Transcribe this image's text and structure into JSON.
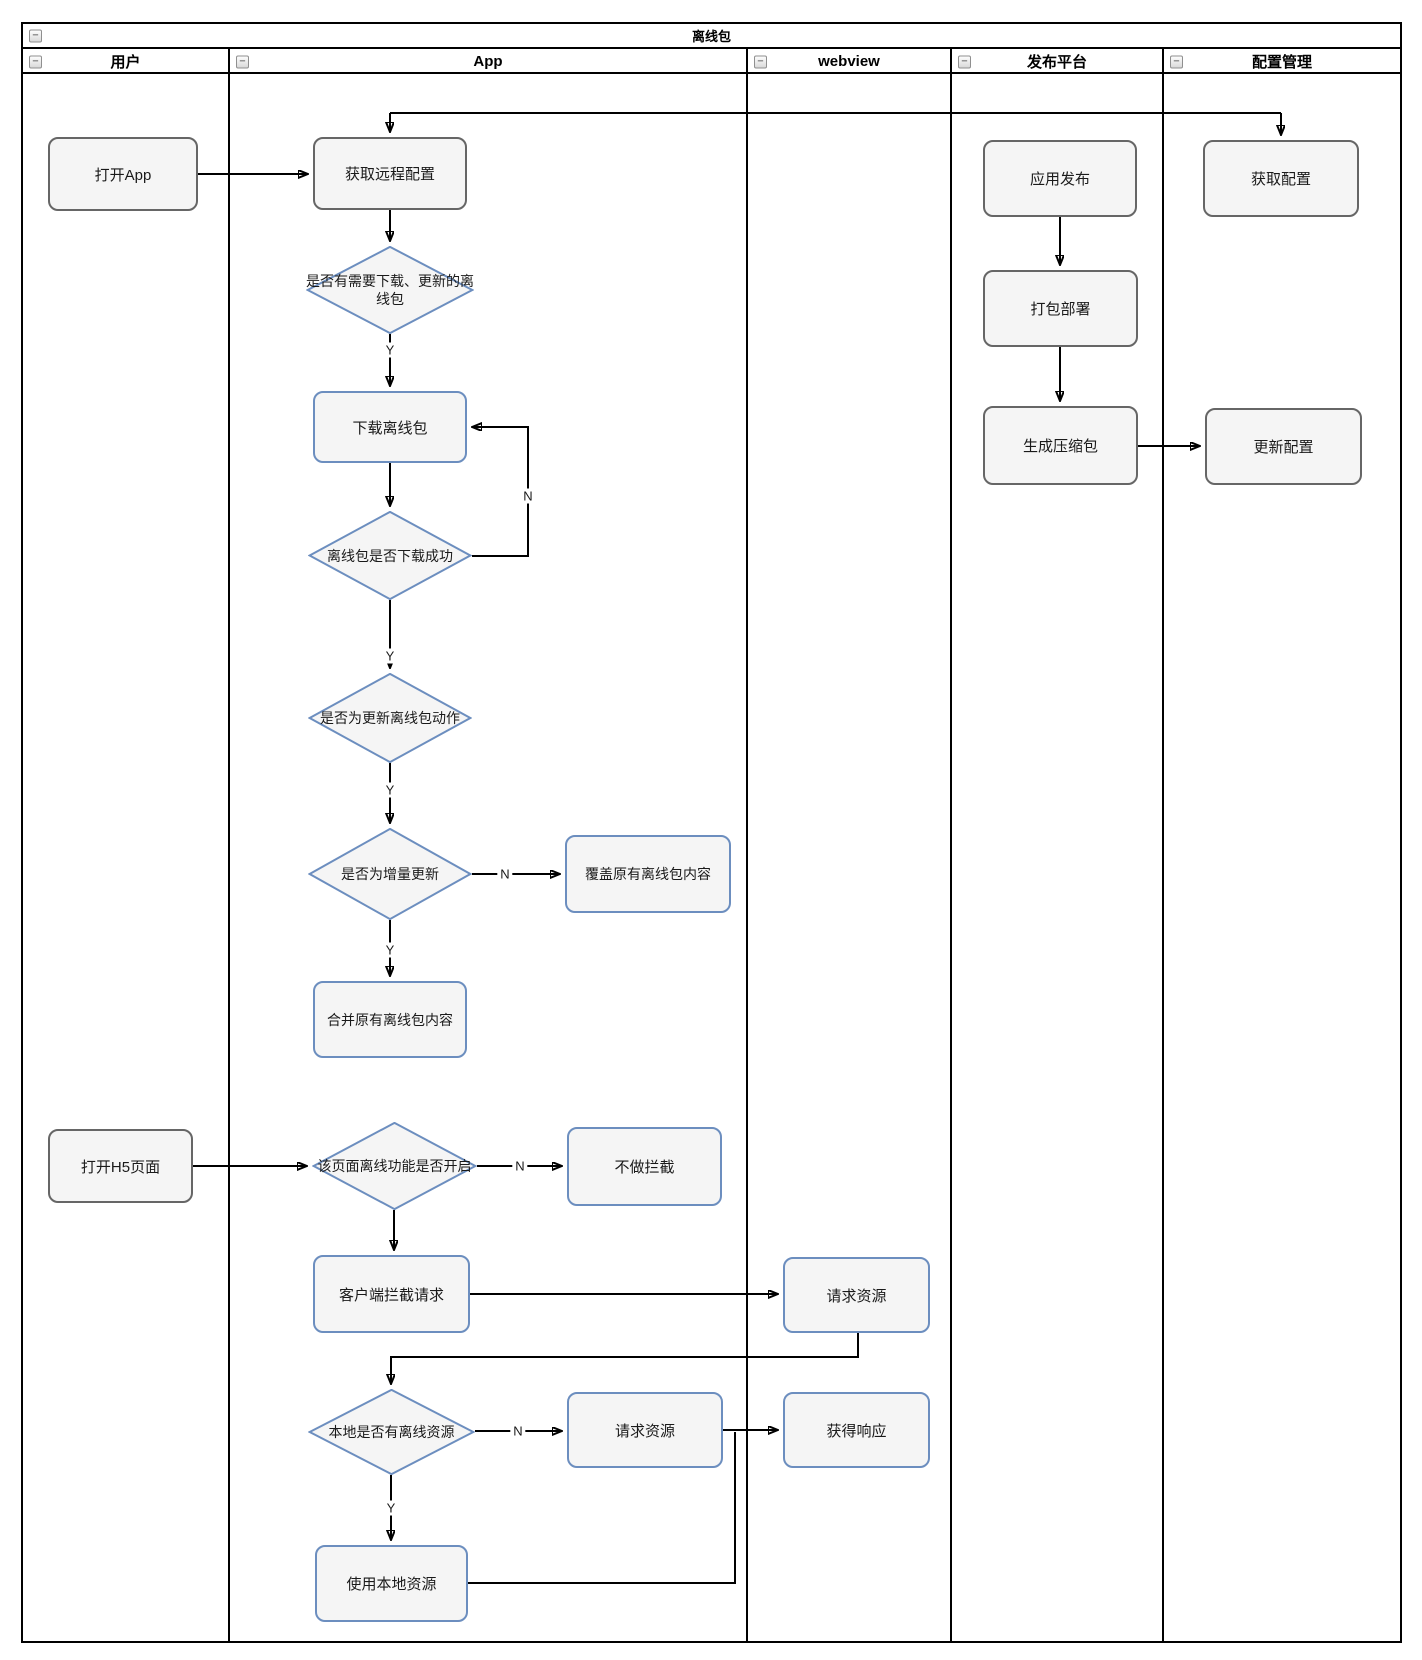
{
  "ui": {
    "collapse_glyph": "−"
  },
  "pool": {
    "title": "离线包"
  },
  "lanes": [
    {
      "label": "用户"
    },
    {
      "label": "App"
    },
    {
      "label": "webview"
    },
    {
      "label": "发布平台"
    },
    {
      "label": "配置管理"
    }
  ],
  "nodes": {
    "open_app": {
      "label": "打开App"
    },
    "fetch_remote_config": {
      "label": "获取远程配置"
    },
    "need_download": {
      "label": "是否有需要下载、更新的离线包"
    },
    "download_pkg": {
      "label": "下载离线包"
    },
    "download_ok": {
      "label": "离线包是否下载成功"
    },
    "is_update_action": {
      "label": "是否为更新离线包动作"
    },
    "is_incremental": {
      "label": "是否为增量更新"
    },
    "overwrite_pkg": {
      "label": "覆盖原有离线包内容"
    },
    "merge_pkg": {
      "label": "合并原有离线包内容"
    },
    "open_h5": {
      "label": "打开H5页面"
    },
    "offline_enabled": {
      "label": "该页面离线功能是否开启"
    },
    "no_intercept": {
      "label": "不做拦截"
    },
    "client_intercept": {
      "label": "客户端拦截请求"
    },
    "webview_request": {
      "label": "请求资源"
    },
    "has_local_resource": {
      "label": "本地是否有离线资源"
    },
    "request_resource": {
      "label": "请求资源"
    },
    "get_response": {
      "label": "获得响应"
    },
    "use_local_resource": {
      "label": "使用本地资源"
    },
    "app_publish": {
      "label": "应用发布"
    },
    "package_deploy": {
      "label": "打包部署"
    },
    "generate_zip": {
      "label": "生成压缩包"
    },
    "fetch_config": {
      "label": "获取配置"
    },
    "update_config": {
      "label": "更新配置"
    }
  },
  "edge_labels": {
    "yes": "Y",
    "no": "N"
  },
  "colors": {
    "node_fill": "#f5f5f5",
    "gray_border": "#666666",
    "blue_border": "#6c8ebf",
    "line": "#000000"
  }
}
